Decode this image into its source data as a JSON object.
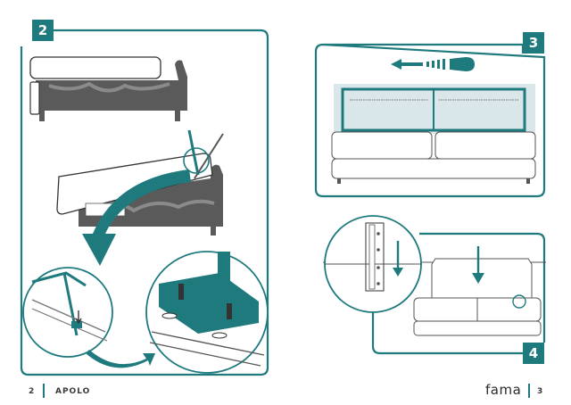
{
  "steps": [
    {
      "number": "2"
    },
    {
      "number": "3"
    },
    {
      "number": "4"
    }
  ],
  "footer": {
    "left_page_number": "2",
    "left_title": "APOLO",
    "brand": "fama",
    "right_page_number": "3"
  },
  "icons": {
    "step2": "bed-lift-illustration",
    "step3": "push-arrow-icon",
    "step4": "lower-backrest-illustration"
  },
  "colors": {
    "accent": "#1f7a7e",
    "frame": "#4a4a4a",
    "light_fill": "#d9e6ea"
  }
}
